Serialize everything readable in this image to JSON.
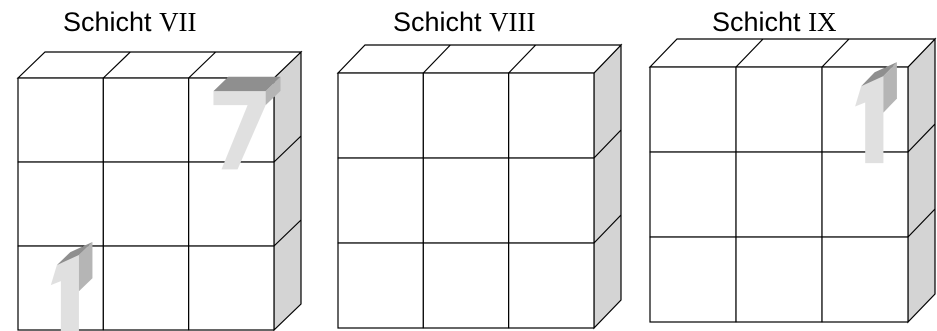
{
  "layers": [
    {
      "prefix": "Schicht",
      "numeral": "VII",
      "cells": [
        [
          "",
          "",
          "7"
        ],
        [
          "",
          "",
          ""
        ],
        [
          "1",
          "",
          ""
        ]
      ]
    },
    {
      "prefix": "Schicht",
      "numeral": "VIII",
      "cells": [
        [
          "",
          "",
          ""
        ],
        [
          "",
          "",
          ""
        ],
        [
          "",
          "",
          ""
        ]
      ]
    },
    {
      "prefix": "Schicht",
      "numeral": "IX",
      "cells": [
        [
          "",
          "",
          "1"
        ],
        [
          "",
          "",
          ""
        ],
        [
          "",
          "",
          ""
        ]
      ]
    }
  ],
  "colors": {
    "line": "#000000",
    "face": "#ffffff",
    "side": "#d4d4d4",
    "digit_front": "#e0e0e0",
    "digit_top": "#8f8f8f"
  }
}
